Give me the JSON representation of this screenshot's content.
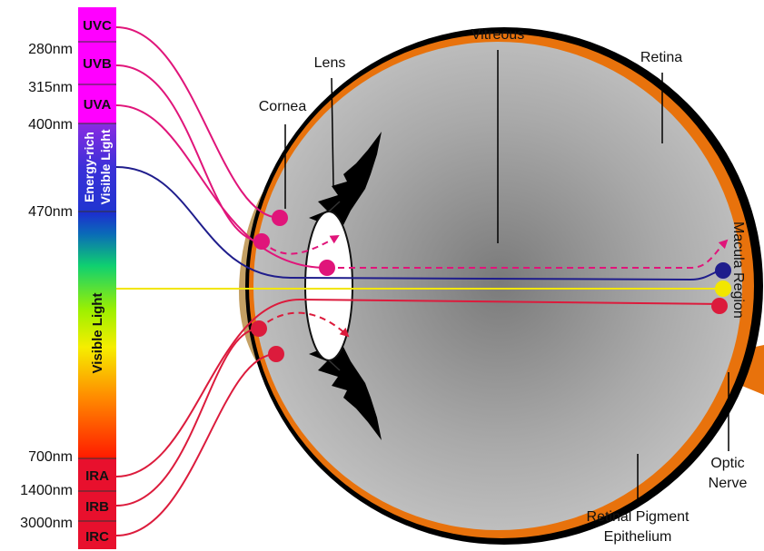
{
  "bands": [
    {
      "label": "UVC",
      "color": "#ff00ff"
    },
    {
      "label": "UVB",
      "color": "#ff00ff"
    },
    {
      "label": "UVA",
      "color": "#ff00ff"
    },
    {
      "label": "IRA",
      "color": "#e8102d"
    },
    {
      "label": "IRB",
      "color": "#e8102d"
    },
    {
      "label": "IRC",
      "color": "#e8102d"
    }
  ],
  "energy_rich_label": [
    "Energy-rich",
    "Visible Light"
  ],
  "visible_label": "Visible Light",
  "wavelengths": [
    "280nm",
    "315nm",
    "400nm",
    "470nm",
    "700nm",
    "1400nm",
    "3000nm"
  ],
  "anatomy": {
    "cornea": "Cornea",
    "lens": "Lens",
    "vitreous": "Vitreous",
    "retina": "Retina",
    "macula": "Macula Region",
    "optic_nerve": [
      "Optic",
      "Nerve"
    ],
    "rpe": [
      "Retinal Pigment",
      "Epithelium"
    ]
  },
  "colors": {
    "uv_ray": "#e0157a",
    "blue_ray": "#1f1d8c",
    "yellow_ray": "#f2e600",
    "ir_ray": "#dc1b3c",
    "cornea": "#c4a064",
    "retina": "#e8720c"
  }
}
